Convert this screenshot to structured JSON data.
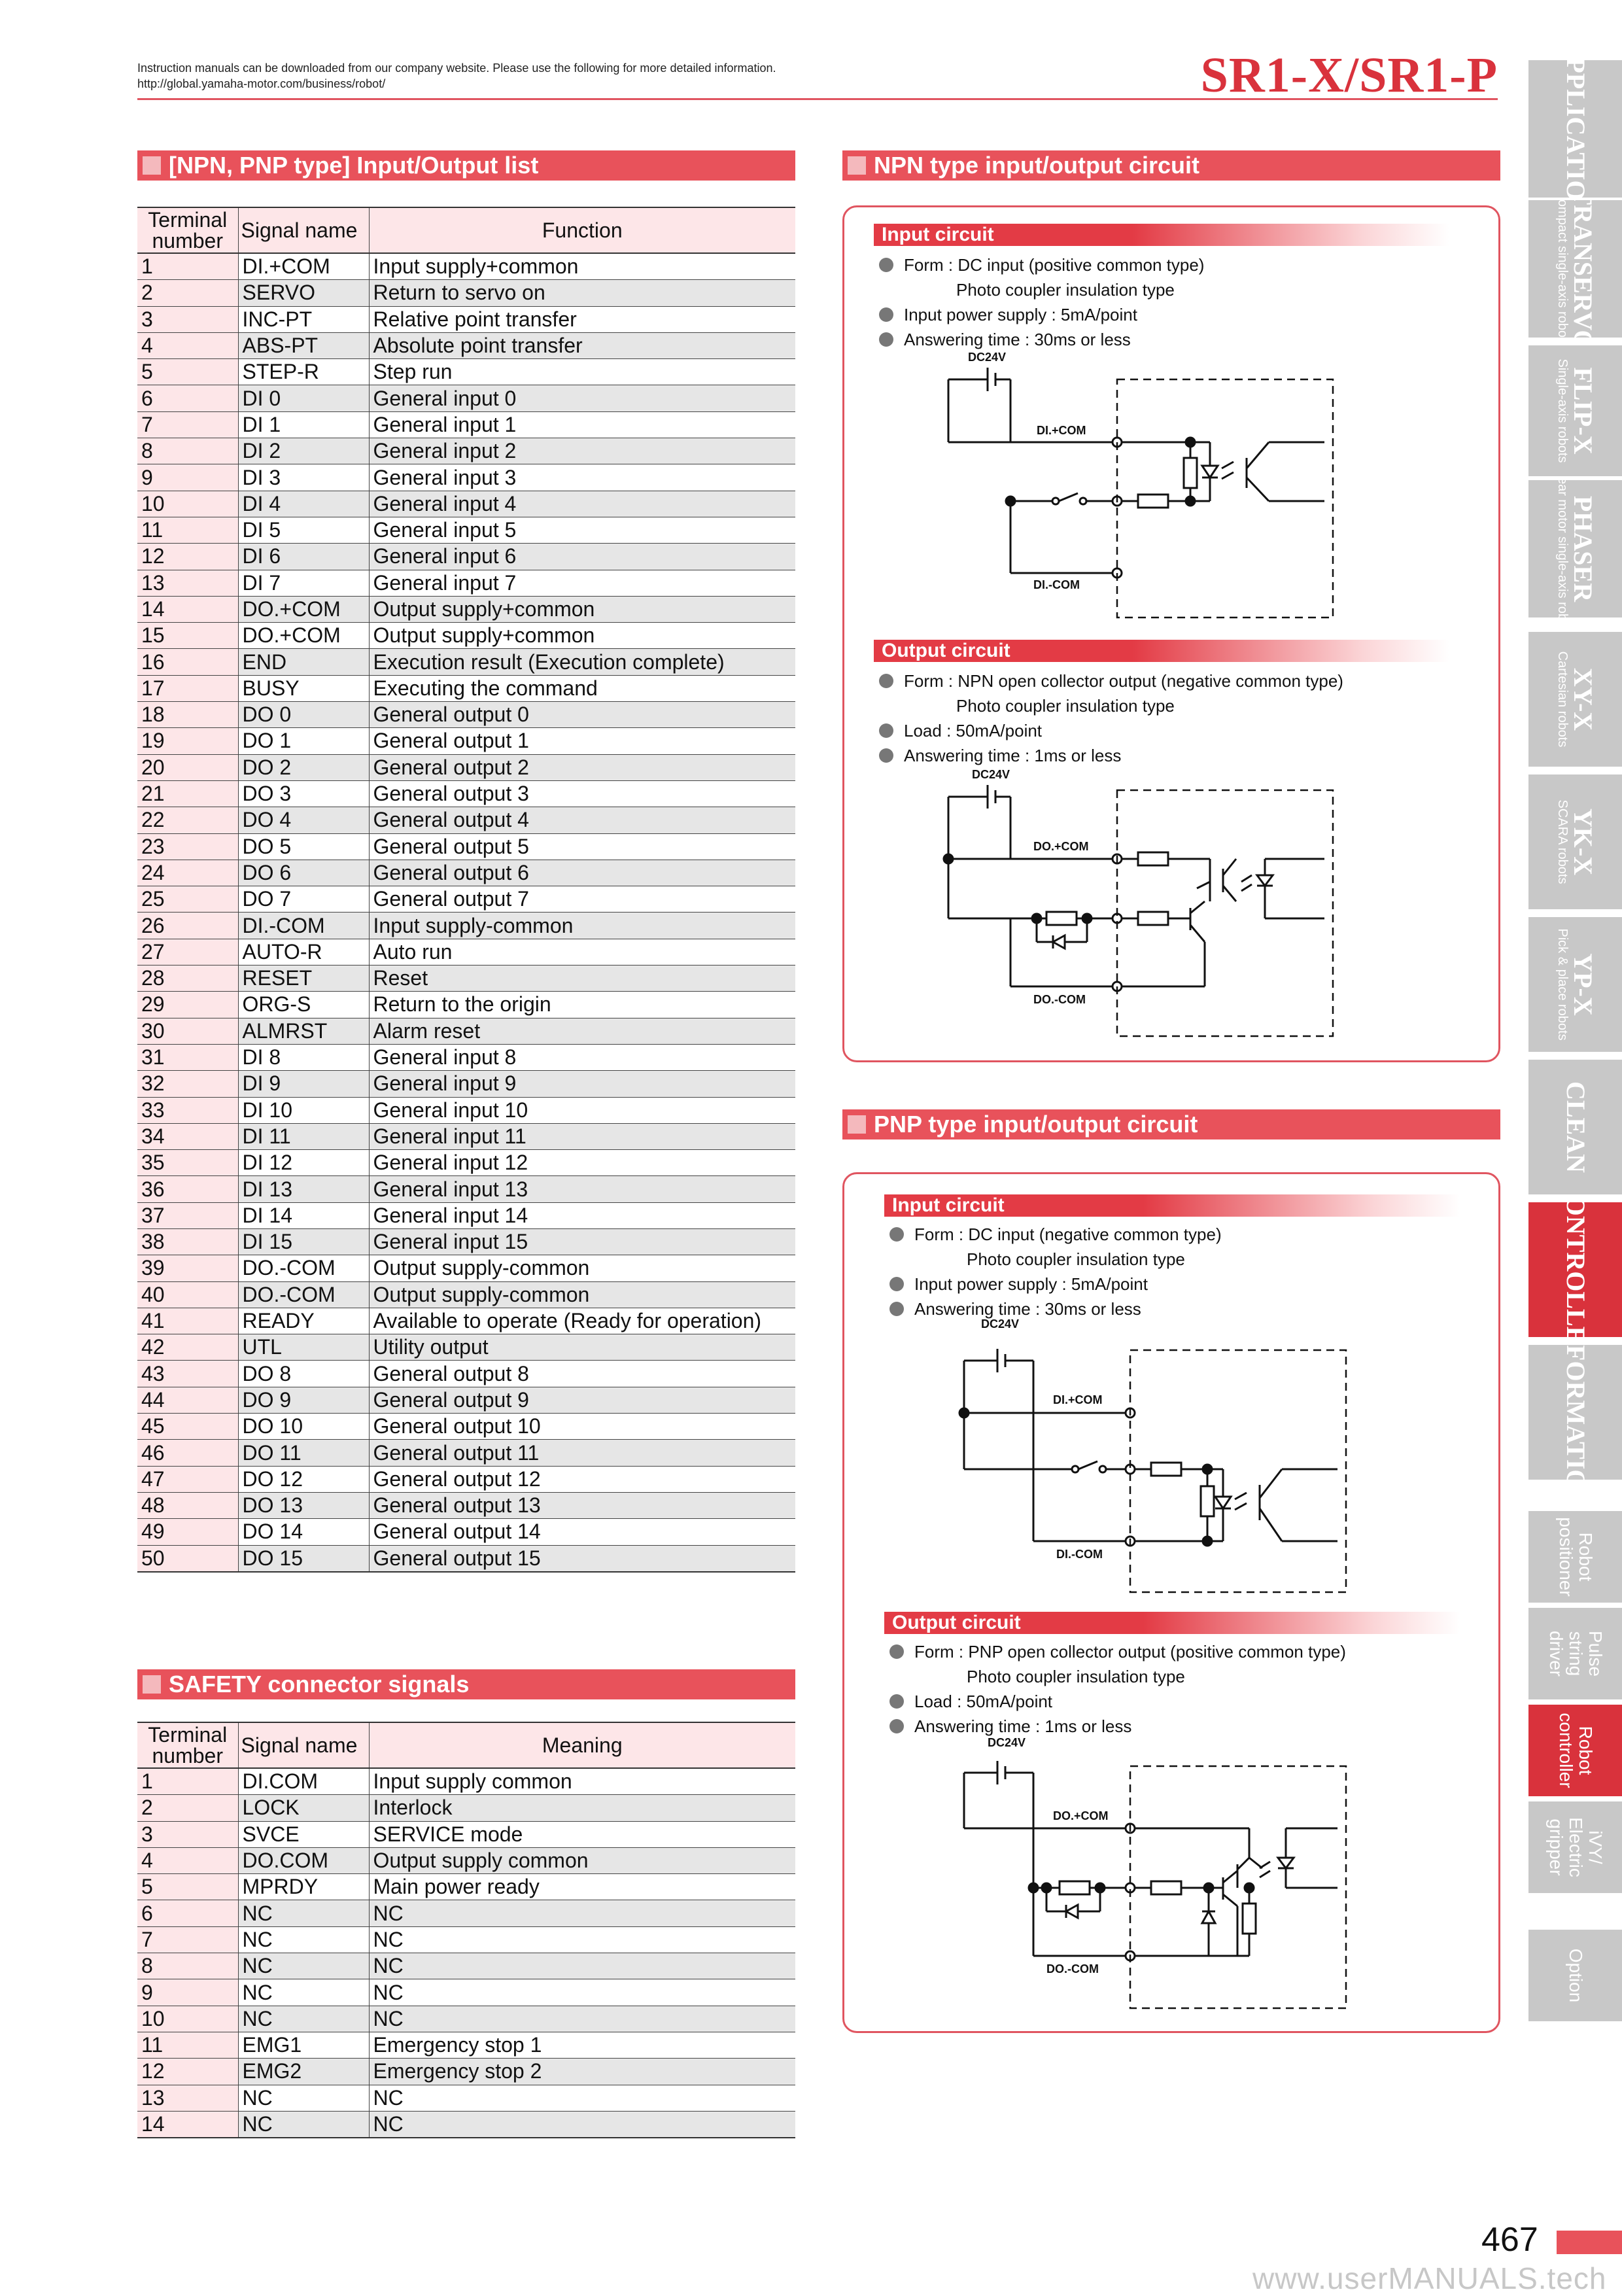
{
  "header": {
    "note_line1": "Instruction manuals can be downloaded from our company website. Please use the following for more detailed information.",
    "note_line2": "http://global.yamaha-motor.com/business/robot/",
    "title": "SR1-X/SR1-P"
  },
  "io_section": {
    "title": "[NPN, PNP type] Input/Output list",
    "col_terminal": "Terminal number",
    "col_signal": "Signal name",
    "col_function": "Function",
    "rows": [
      {
        "n": "1",
        "s": "DI.+COM",
        "f": "Input supply+common"
      },
      {
        "n": "2",
        "s": "SERVO",
        "f": "Return to servo on"
      },
      {
        "n": "3",
        "s": "INC-PT",
        "f": "Relative point transfer"
      },
      {
        "n": "4",
        "s": "ABS-PT",
        "f": "Absolute point transfer"
      },
      {
        "n": "5",
        "s": "STEP-R",
        "f": "Step run"
      },
      {
        "n": "6",
        "s": "DI 0",
        "f": "General input 0"
      },
      {
        "n": "7",
        "s": "DI 1",
        "f": "General input 1"
      },
      {
        "n": "8",
        "s": "DI 2",
        "f": "General input 2"
      },
      {
        "n": "9",
        "s": "DI 3",
        "f": "General input 3"
      },
      {
        "n": "10",
        "s": "DI 4",
        "f": "General input 4"
      },
      {
        "n": "11",
        "s": "DI 5",
        "f": "General input 5"
      },
      {
        "n": "12",
        "s": "DI 6",
        "f": "General input 6"
      },
      {
        "n": "13",
        "s": "DI 7",
        "f": "General input 7"
      },
      {
        "n": "14",
        "s": "DO.+COM",
        "f": "Output supply+common"
      },
      {
        "n": "15",
        "s": "DO.+COM",
        "f": "Output supply+common"
      },
      {
        "n": "16",
        "s": "END",
        "f": "Execution result (Execution complete)"
      },
      {
        "n": "17",
        "s": "BUSY",
        "f": "Executing the command"
      },
      {
        "n": "18",
        "s": "DO 0",
        "f": "General output 0"
      },
      {
        "n": "19",
        "s": "DO 1",
        "f": "General output 1"
      },
      {
        "n": "20",
        "s": "DO 2",
        "f": "General output 2"
      },
      {
        "n": "21",
        "s": "DO 3",
        "f": "General output 3"
      },
      {
        "n": "22",
        "s": "DO 4",
        "f": "General output 4"
      },
      {
        "n": "23",
        "s": "DO 5",
        "f": "General output 5"
      },
      {
        "n": "24",
        "s": "DO 6",
        "f": "General output 6"
      },
      {
        "n": "25",
        "s": "DO 7",
        "f": "General output 7"
      },
      {
        "n": "26",
        "s": "DI.-COM",
        "f": "Input supply-common"
      },
      {
        "n": "27",
        "s": "AUTO-R",
        "f": "Auto run"
      },
      {
        "n": "28",
        "s": "RESET",
        "f": "Reset"
      },
      {
        "n": "29",
        "s": "ORG-S",
        "f": "Return to the origin"
      },
      {
        "n": "30",
        "s": "ALMRST",
        "f": "Alarm reset"
      },
      {
        "n": "31",
        "s": "DI 8",
        "f": "General input 8"
      },
      {
        "n": "32",
        "s": "DI 9",
        "f": "General input 9"
      },
      {
        "n": "33",
        "s": "DI 10",
        "f": "General input 10"
      },
      {
        "n": "34",
        "s": "DI 11",
        "f": "General input 11"
      },
      {
        "n": "35",
        "s": "DI 12",
        "f": "General input 12"
      },
      {
        "n": "36",
        "s": "DI 13",
        "f": "General input 13"
      },
      {
        "n": "37",
        "s": "DI 14",
        "f": "General input 14"
      },
      {
        "n": "38",
        "s": "DI 15",
        "f": "General input 15"
      },
      {
        "n": "39",
        "s": "DO.-COM",
        "f": "Output supply-common"
      },
      {
        "n": "40",
        "s": "DO.-COM",
        "f": "Output supply-common"
      },
      {
        "n": "41",
        "s": "READY",
        "f": "Available to operate (Ready for operation)"
      },
      {
        "n": "42",
        "s": "UTL",
        "f": "Utility output"
      },
      {
        "n": "43",
        "s": "DO 8",
        "f": "General output 8"
      },
      {
        "n": "44",
        "s": "DO 9",
        "f": "General output 9"
      },
      {
        "n": "45",
        "s": "DO 10",
        "f": "General output 10"
      },
      {
        "n": "46",
        "s": "DO 11",
        "f": "General output 11"
      },
      {
        "n": "47",
        "s": "DO 12",
        "f": "General output 12"
      },
      {
        "n": "48",
        "s": "DO 13",
        "f": "General output 13"
      },
      {
        "n": "49",
        "s": "DO 14",
        "f": "General output 14"
      },
      {
        "n": "50",
        "s": "DO 15",
        "f": "General output 15"
      }
    ]
  },
  "safety_section": {
    "title": "SAFETY connector signals",
    "col_terminal": "Terminal number",
    "col_signal": "Signal name",
    "col_meaning": "Meaning",
    "rows": [
      {
        "n": "1",
        "s": "DI.COM",
        "f": "Input supply common"
      },
      {
        "n": "2",
        "s": "LOCK",
        "f": "Interlock"
      },
      {
        "n": "3",
        "s": "SVCE",
        "f": "SERVICE mode"
      },
      {
        "n": "4",
        "s": "DO.COM",
        "f": "Output supply common"
      },
      {
        "n": "5",
        "s": "MPRDY",
        "f": "Main power ready"
      },
      {
        "n": "6",
        "s": "NC",
        "f": "NC"
      },
      {
        "n": "7",
        "s": "NC",
        "f": "NC"
      },
      {
        "n": "8",
        "s": "NC",
        "f": "NC"
      },
      {
        "n": "9",
        "s": "NC",
        "f": "NC"
      },
      {
        "n": "10",
        "s": "NC",
        "f": "NC"
      },
      {
        "n": "11",
        "s": "EMG1",
        "f": "Emergency stop 1"
      },
      {
        "n": "12",
        "s": "EMG2",
        "f": "Emergency stop 2"
      },
      {
        "n": "13",
        "s": "NC",
        "f": "NC"
      },
      {
        "n": "14",
        "s": "NC",
        "f": "NC"
      }
    ]
  },
  "npn_section": {
    "title": "NPN type input/output circuit",
    "input": {
      "heading": "Input circuit",
      "form_label": "Form : DC input (positive common type)",
      "form_sub": "Photo coupler insulation type",
      "power": "Input power supply : 5mA/point",
      "answer": "Answering time : 30ms or less",
      "labels": {
        "supply": "DC24V",
        "plus": "DI.+COM",
        "minus": "DI.-COM"
      }
    },
    "output": {
      "heading": "Output circuit",
      "form_label": "Form : NPN open collector output (negative common type)",
      "form_sub": "Photo coupler insulation type",
      "load": "Load : 50mA/point",
      "answer": "Answering time : 1ms or less",
      "labels": {
        "supply": "DC24V",
        "plus": "DO.+COM",
        "minus": "DO.-COM"
      }
    }
  },
  "pnp_section": {
    "title": "PNP type input/output circuit",
    "input": {
      "heading": "Input circuit",
      "form_label": "Form : DC input (negative common type)",
      "form_sub": "Photo coupler insulation type",
      "power": "Input power supply : 5mA/point",
      "answer": "Answering time : 30ms or less",
      "labels": {
        "supply": "DC24V",
        "plus": "DI.+COM",
        "minus": "DI.-COM"
      }
    },
    "output": {
      "heading": "Output circuit",
      "form_label": "Form : PNP open collector output (positive common type)",
      "form_sub": "Photo coupler insulation type",
      "load": "Load : 50mA/point",
      "answer": "Answering time : 1ms or less",
      "labels": {
        "supply": "DC24V",
        "plus": "DO.+COM",
        "minus": "DO.-COM"
      }
    }
  },
  "side_tabs": [
    {
      "big": "APPLICATION",
      "small": ""
    },
    {
      "big": "TRANSERVO",
      "small": "Compact single-axis robots"
    },
    {
      "big": "FLIP-X",
      "small": "Single-axis robots"
    },
    {
      "big": "PHASER",
      "small": "Linear motor single-axis robots"
    },
    {
      "big": "XY-X",
      "small": "Cartesian robots"
    },
    {
      "big": "YK-X",
      "small": "SCARA robots"
    },
    {
      "big": "YP-X",
      "small": "Pick & place robots"
    },
    {
      "big": "CLEAN",
      "small": ""
    },
    {
      "big": "CONTROLLER",
      "small": ""
    },
    {
      "big": "INFORMATION",
      "small": ""
    },
    {
      "mid": "Robot positioner"
    },
    {
      "mid": "Pulse string driver"
    },
    {
      "mid": "Robot controller"
    },
    {
      "mid": "iVY/ Electric gripper"
    },
    {
      "mid": "Option"
    }
  ],
  "footer": {
    "page_number": "467",
    "watermark": "www.userMANUALS.tech"
  }
}
